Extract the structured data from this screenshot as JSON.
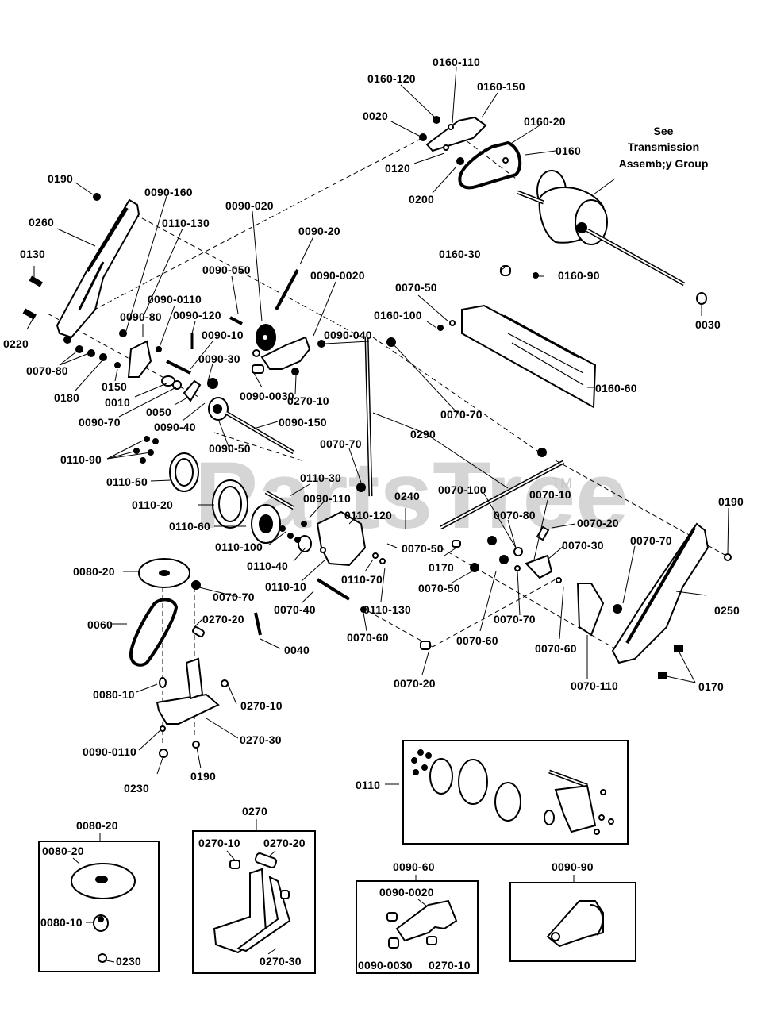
{
  "diagram": {
    "watermark": "PartsTree",
    "watermark_tm": "TM",
    "note": {
      "lines": [
        "See",
        "Transmission",
        "Assemb;y Group"
      ]
    },
    "labels": [
      {
        "id": "l01",
        "text": "0160-110"
      },
      {
        "id": "l02",
        "text": "0160-120"
      },
      {
        "id": "l03",
        "text": "0160-150"
      },
      {
        "id": "l04",
        "text": "0020"
      },
      {
        "id": "l05",
        "text": "0160-20"
      },
      {
        "id": "l06",
        "text": "0160"
      },
      {
        "id": "l07",
        "text": "0120"
      },
      {
        "id": "l08",
        "text": "0200"
      },
      {
        "id": "l09",
        "text": "0190"
      },
      {
        "id": "l10",
        "text": "0090-160"
      },
      {
        "id": "l11",
        "text": "0260"
      },
      {
        "id": "l12",
        "text": "0110-130"
      },
      {
        "id": "l13",
        "text": "0090-020"
      },
      {
        "id": "l14",
        "text": "0090-20"
      },
      {
        "id": "l15",
        "text": "0130"
      },
      {
        "id": "l16",
        "text": "0090-050"
      },
      {
        "id": "l17",
        "text": "0090-0020"
      },
      {
        "id": "l18",
        "text": "0160-30"
      },
      {
        "id": "l19",
        "text": "0160-90"
      },
      {
        "id": "l20",
        "text": "0070-50"
      },
      {
        "id": "l21",
        "text": "0090-0110"
      },
      {
        "id": "l22",
        "text": "0090-80"
      },
      {
        "id": "l23",
        "text": "0090-120"
      },
      {
        "id": "l24",
        "text": "0160-100"
      },
      {
        "id": "l25",
        "text": "0030"
      },
      {
        "id": "l26",
        "text": "0220"
      },
      {
        "id": "l27",
        "text": "0090-10"
      },
      {
        "id": "l28",
        "text": "0090-040"
      },
      {
        "id": "l29",
        "text": "0070-80"
      },
      {
        "id": "l30",
        "text": "0090-30"
      },
      {
        "id": "l31",
        "text": "0180"
      },
      {
        "id": "l32",
        "text": "0150"
      },
      {
        "id": "l33",
        "text": "0090-0030"
      },
      {
        "id": "l34",
        "text": "0010"
      },
      {
        "id": "l35",
        "text": "0270-10"
      },
      {
        "id": "l36",
        "text": "0050"
      },
      {
        "id": "l37",
        "text": "0160-60"
      },
      {
        "id": "l38",
        "text": "0090-70"
      },
      {
        "id": "l39",
        "text": "0090-150"
      },
      {
        "id": "l40",
        "text": "0090-40"
      },
      {
        "id": "l41",
        "text": "0070-70"
      },
      {
        "id": "l42",
        "text": "0290"
      },
      {
        "id": "l43",
        "text": "0110-90"
      },
      {
        "id": "l44",
        "text": "0070-70"
      },
      {
        "id": "l45",
        "text": "0090-50"
      },
      {
        "id": "l46",
        "text": "0110-50"
      },
      {
        "id": "l47",
        "text": "0110-30"
      },
      {
        "id": "l48",
        "text": "0070-100"
      },
      {
        "id": "l49",
        "text": "0070-10"
      },
      {
        "id": "l50",
        "text": "0190"
      },
      {
        "id": "l51",
        "text": "0090-110"
      },
      {
        "id": "l52",
        "text": "0240"
      },
      {
        "id": "l53",
        "text": "0110-20"
      },
      {
        "id": "l54",
        "text": "0110-120"
      },
      {
        "id": "l55",
        "text": "0070-80"
      },
      {
        "id": "l56",
        "text": "0070-20"
      },
      {
        "id": "l57",
        "text": "0110-60"
      },
      {
        "id": "l58",
        "text": "0070-30"
      },
      {
        "id": "l59",
        "text": "0070-70"
      },
      {
        "id": "l60",
        "text": "0110-100"
      },
      {
        "id": "l61",
        "text": "0070-50"
      },
      {
        "id": "l62",
        "text": "0170"
      },
      {
        "id": "l63",
        "text": "0110-40"
      },
      {
        "id": "l64",
        "text": "0080-20"
      },
      {
        "id": "l65",
        "text": "0110-70"
      },
      {
        "id": "l66",
        "text": "0070-50"
      },
      {
        "id": "l67",
        "text": "0250"
      },
      {
        "id": "l68",
        "text": "0110-10"
      },
      {
        "id": "l69",
        "text": "0070-70"
      },
      {
        "id": "l70",
        "text": "0110-130"
      },
      {
        "id": "l71",
        "text": "0070-70"
      },
      {
        "id": "l72",
        "text": "0270-20"
      },
      {
        "id": "l73",
        "text": "0060"
      },
      {
        "id": "l74",
        "text": "0070-40"
      },
      {
        "id": "l75",
        "text": "0070-60"
      },
      {
        "id": "l76",
        "text": "0070-60"
      },
      {
        "id": "l77",
        "text": "0070-60"
      },
      {
        "id": "l78",
        "text": "0040"
      },
      {
        "id": "l79",
        "text": "0070-110"
      },
      {
        "id": "l80",
        "text": "0070-20"
      },
      {
        "id": "l81",
        "text": "0170"
      },
      {
        "id": "l82",
        "text": "0080-10"
      },
      {
        "id": "l83",
        "text": "0270-10"
      },
      {
        "id": "l84",
        "text": "0270-30"
      },
      {
        "id": "l85",
        "text": "0090-0110"
      },
      {
        "id": "l86",
        "text": "0190"
      },
      {
        "id": "l87",
        "text": "0230"
      },
      {
        "id": "l88",
        "text": "0110"
      }
    ],
    "insets": [
      {
        "title": "0080-20",
        "labels": [
          "0080-20",
          "0080-10",
          "0230"
        ]
      },
      {
        "title": "0270",
        "labels": [
          "0270-10",
          "0270-20",
          "0270-30"
        ]
      },
      {
        "title": "0090-60",
        "labels": [
          "0090-0020",
          "0090-0030",
          "0270-10"
        ]
      },
      {
        "title": "0090-90",
        "labels": []
      }
    ]
  }
}
